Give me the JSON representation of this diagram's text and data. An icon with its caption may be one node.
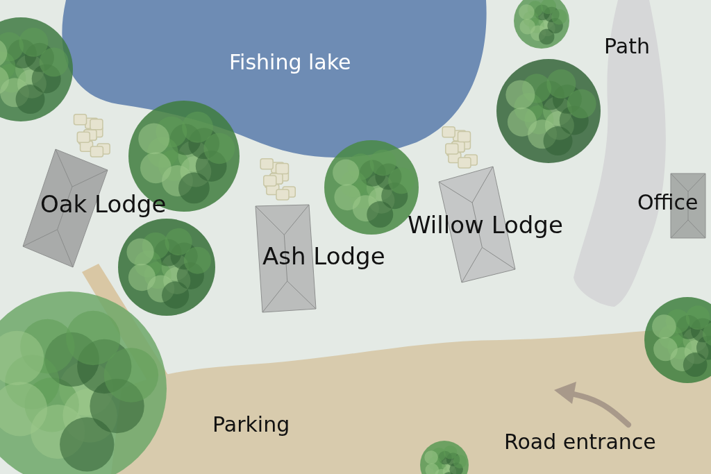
{
  "diagram": {
    "nodes": [
      {
        "text": [
          "Fishing lake"
        ]
      },
      {
        "text": [
          "Path"
        ]
      },
      {
        "text": [
          "Oak Lodge"
        ]
      },
      {
        "text": [
          "Office"
        ]
      },
      {
        "text": [
          "Willow Lodge"
        ]
      },
      {
        "text": [
          "Ash Lodge"
        ]
      },
      {
        "text": [
          "Parking"
        ]
      },
      {
        "text": [
          "Road entrance"
        ],
        "in": 6
      }
    ]
  }
}
